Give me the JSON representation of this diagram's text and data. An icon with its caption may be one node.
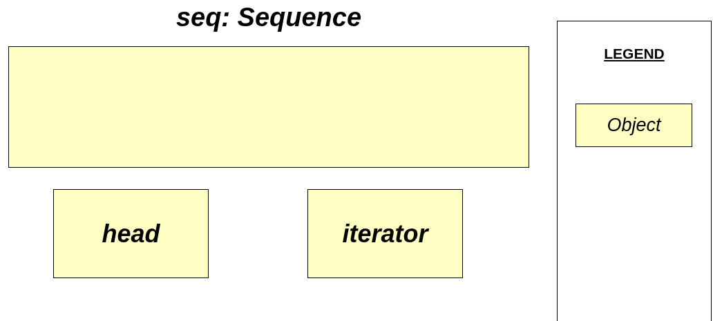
{
  "diagram": {
    "nodes": [
      {
        "text": [
          "seq: Sequence"
        ]
      },
      {
        "text": [
          "head"
        ]
      },
      {
        "text": [
          "iterator"
        ]
      },
      {
        "text": [
          "LEGEND"
        ]
      }
    ],
    "legend": [
      {
        "text": "Object",
        "color": "#ffffc4"
      }
    ]
  }
}
